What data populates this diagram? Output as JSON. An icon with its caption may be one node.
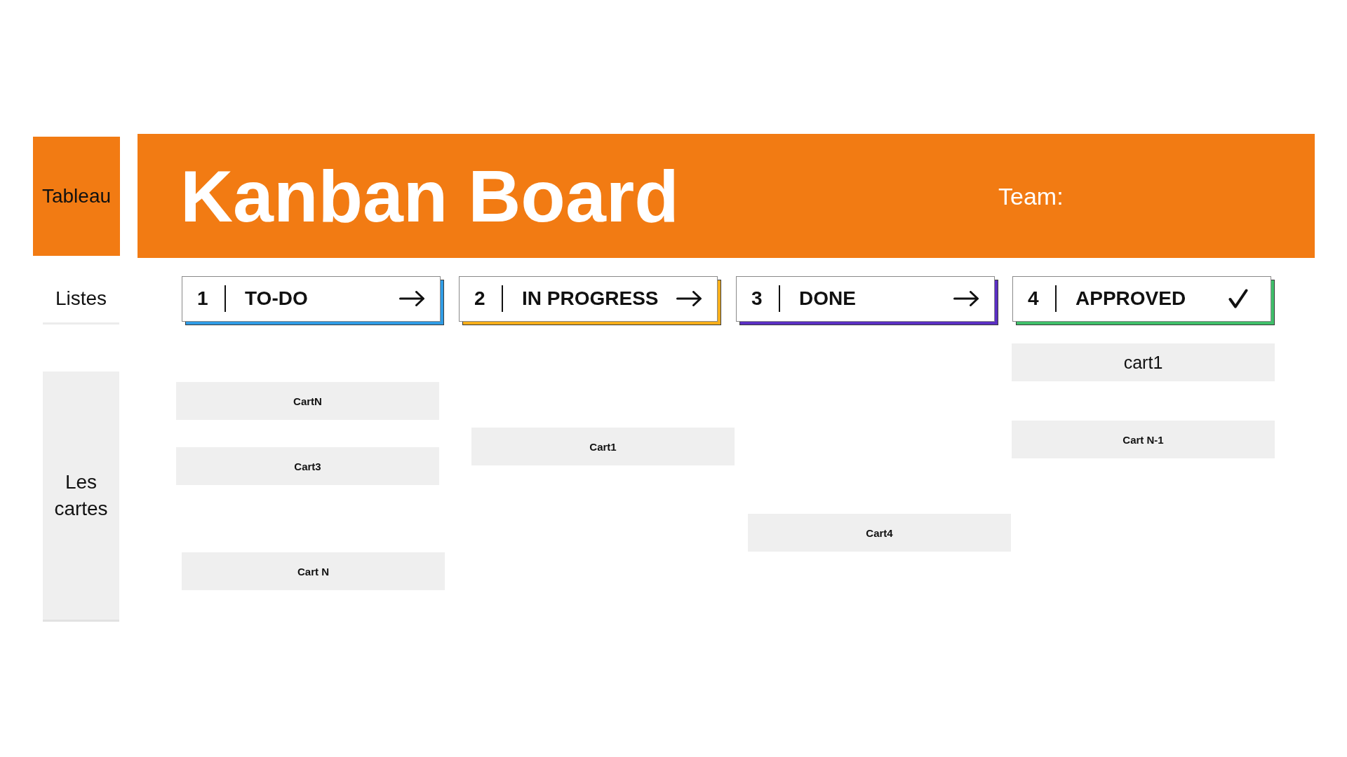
{
  "diagram": {
    "nodes": [
      {
        "text": [
          "Tableau"
        ]
      },
      {
        "text": [
          "Kanban Board",
          "Team:"
        ]
      },
      {
        "text": [
          "Listes"
        ]
      },
      {
        "text": [
          "1",
          "TO-DO"
        ]
      },
      {
        "text": [
          "2",
          "IN PROGRESS"
        ]
      },
      {
        "text": [
          "3",
          "DONE"
        ]
      },
      {
        "text": [
          "4",
          "APPROVED"
        ]
      },
      {
        "text": [
          "Les cartes"
        ]
      },
      {
        "text": [
          "CartN"
        ]
      },
      {
        "text": [
          "Cart3"
        ]
      },
      {
        "text": [
          "Cart N"
        ]
      },
      {
        "text": [
          "Cart1"
        ]
      },
      {
        "text": [
          "Cart4"
        ]
      },
      {
        "text": [
          "cart1"
        ]
      },
      {
        "text": [
          "Cart N-1"
        ]
      }
    ]
  }
}
